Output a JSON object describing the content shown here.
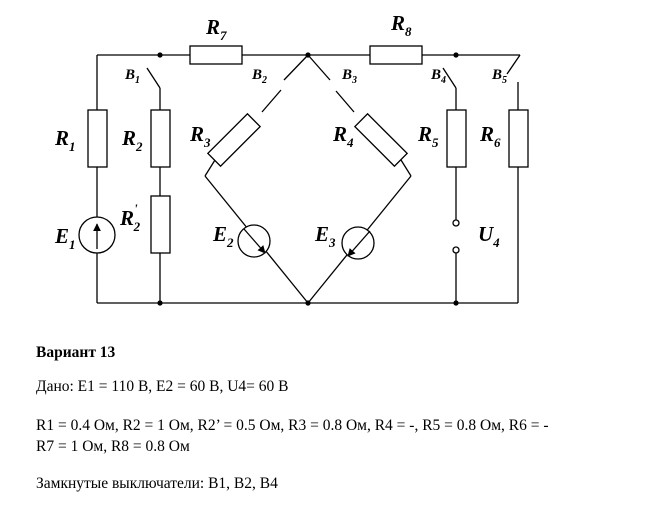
{
  "circuit": {
    "resistors": {
      "R1": {
        "main": "R",
        "sub": "1"
      },
      "R2": {
        "main": "R",
        "sub": "2"
      },
      "R2p": {
        "main": "R",
        "sub": "2",
        "sup": "'"
      },
      "R3": {
        "main": "R",
        "sub": "3"
      },
      "R4": {
        "main": "R",
        "sub": "4"
      },
      "R5": {
        "main": "R",
        "sub": "5"
      },
      "R6": {
        "main": "R",
        "sub": "6"
      },
      "R7": {
        "main": "R",
        "sub": "7"
      },
      "R8": {
        "main": "R",
        "sub": "8"
      }
    },
    "sources": {
      "E1": {
        "main": "E",
        "sub": "1"
      },
      "E2": {
        "main": "E",
        "sub": "2"
      },
      "E3": {
        "main": "E",
        "sub": "3"
      },
      "U4": {
        "main": "U",
        "sub": "4"
      }
    },
    "switches": {
      "B1": {
        "main": "B",
        "sub": "1"
      },
      "B2": {
        "main": "B",
        "sub": "2"
      },
      "B3": {
        "main": "B",
        "sub": "3"
      },
      "B4": {
        "main": "B",
        "sub": "4"
      },
      "B5": {
        "main": "B",
        "sub": "5"
      }
    }
  },
  "task": {
    "title": "Вариант 13",
    "given": "Дано: E1 = 110 В, E2 = 60 В, U4= 60 В",
    "resistances_line1": "R1 = 0.4 Ом, R2 = 1 Ом, R2’ = 0.5 Ом, R3 = 0.8 Ом, R4 = -, R5 = 0.8 Ом, R6 = -",
    "resistances_line2": "R7 = 1 Ом, R8 = 0.8 Ом",
    "closed_switches": "Замкнутые выключатели: B1, B2, B4"
  }
}
